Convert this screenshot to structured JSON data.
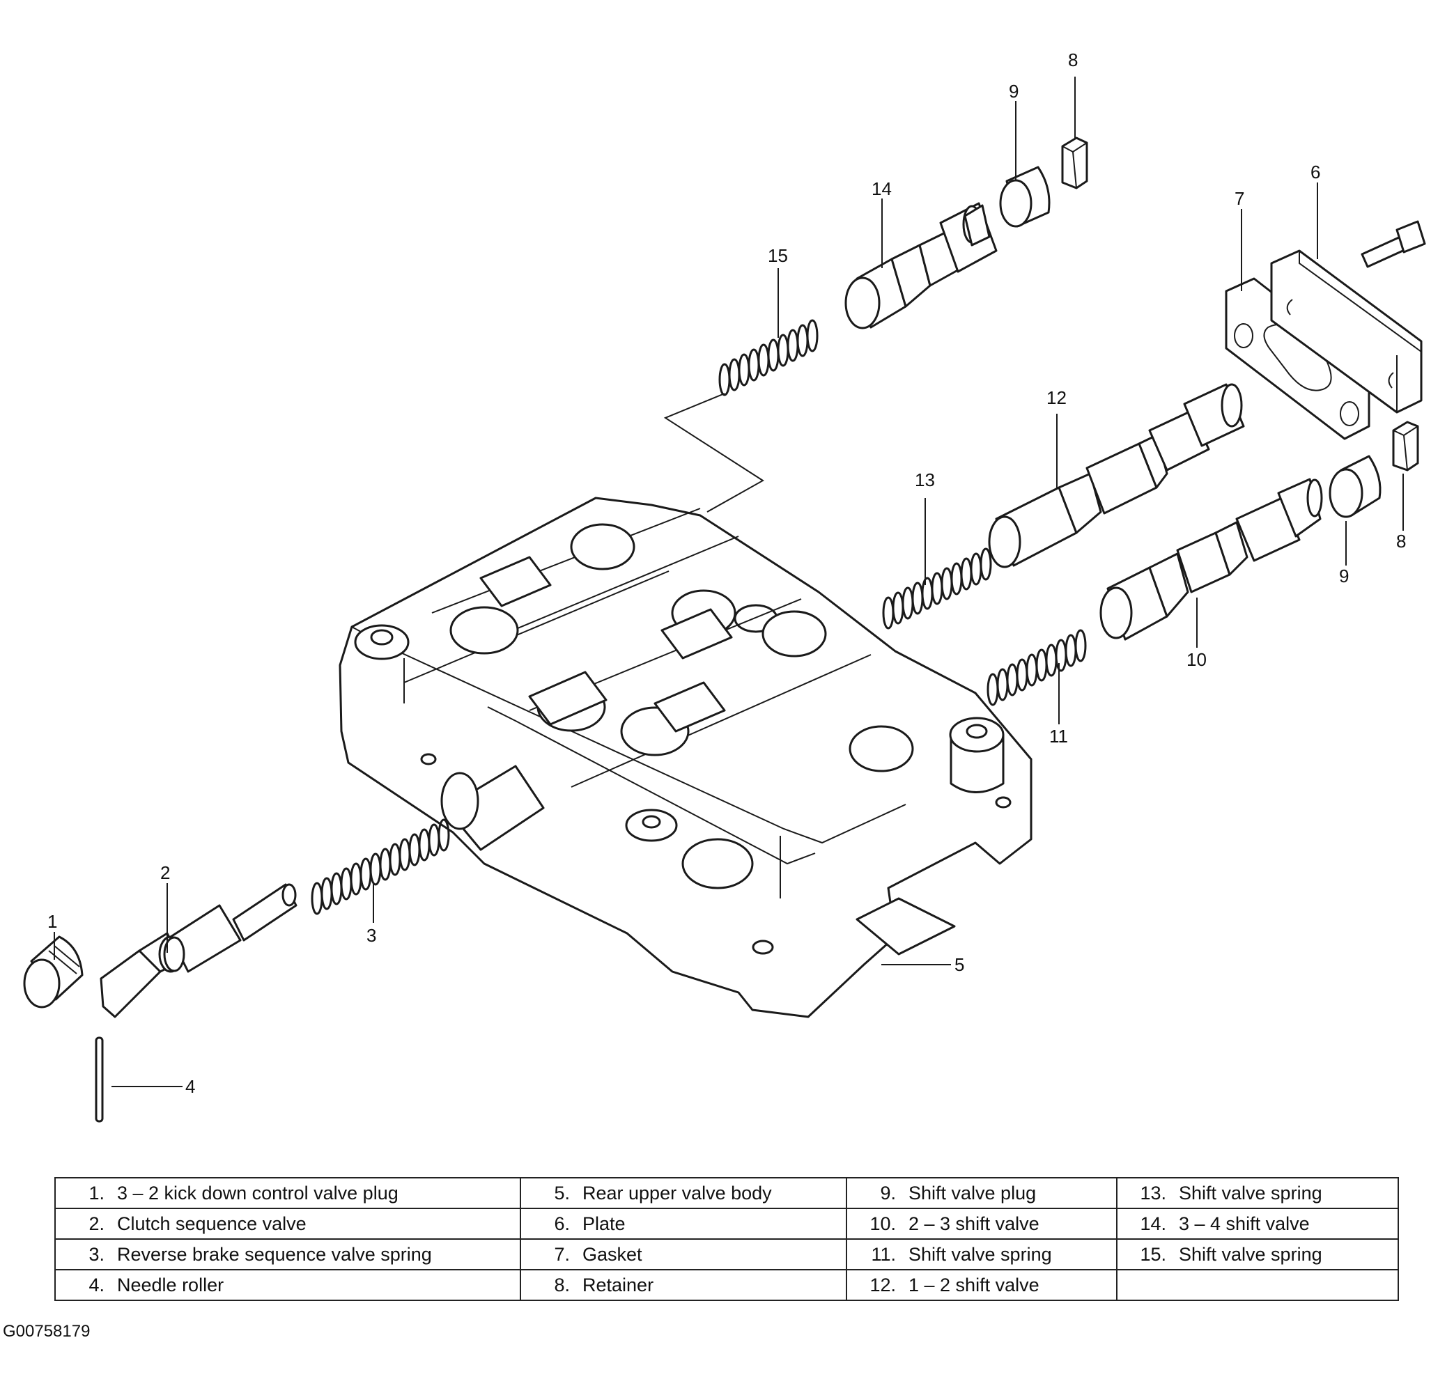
{
  "callouts": {
    "c1": "1",
    "c2": "2",
    "c3": "3",
    "c4": "4",
    "c5": "5",
    "c6": "6",
    "c7": "7",
    "c8a": "8",
    "c8b": "8",
    "c9a": "9",
    "c9b": "9",
    "c10": "10",
    "c11": "11",
    "c12": "12",
    "c13": "13",
    "c14": "14",
    "c15": "15"
  },
  "legend": {
    "rows": [
      [
        {
          "num": "1.",
          "text": "3 – 2 kick down control valve plug"
        },
        {
          "num": "5.",
          "text": "Rear upper valve body"
        },
        {
          "num": "9.",
          "text": "Shift valve plug"
        },
        {
          "num": "13.",
          "text": "Shift valve spring"
        }
      ],
      [
        {
          "num": "2.",
          "text": "Clutch sequence valve"
        },
        {
          "num": "6.",
          "text": "Plate"
        },
        {
          "num": "10.",
          "text": "2 – 3 shift valve"
        },
        {
          "num": "14.",
          "text": "3 – 4 shift valve"
        }
      ],
      [
        {
          "num": "3.",
          "text": "Reverse brake sequence valve spring"
        },
        {
          "num": "7.",
          "text": "Gasket"
        },
        {
          "num": "11.",
          "text": "Shift valve spring"
        },
        {
          "num": "15.",
          "text": "Shift valve spring"
        }
      ],
      [
        {
          "num": "4.",
          "text": "Needle roller"
        },
        {
          "num": "8.",
          "text": "Retainer"
        },
        {
          "num": "12.",
          "text": "1 – 2 shift valve"
        },
        {
          "num": "",
          "text": ""
        }
      ]
    ]
  },
  "figure_code": "G00758179"
}
